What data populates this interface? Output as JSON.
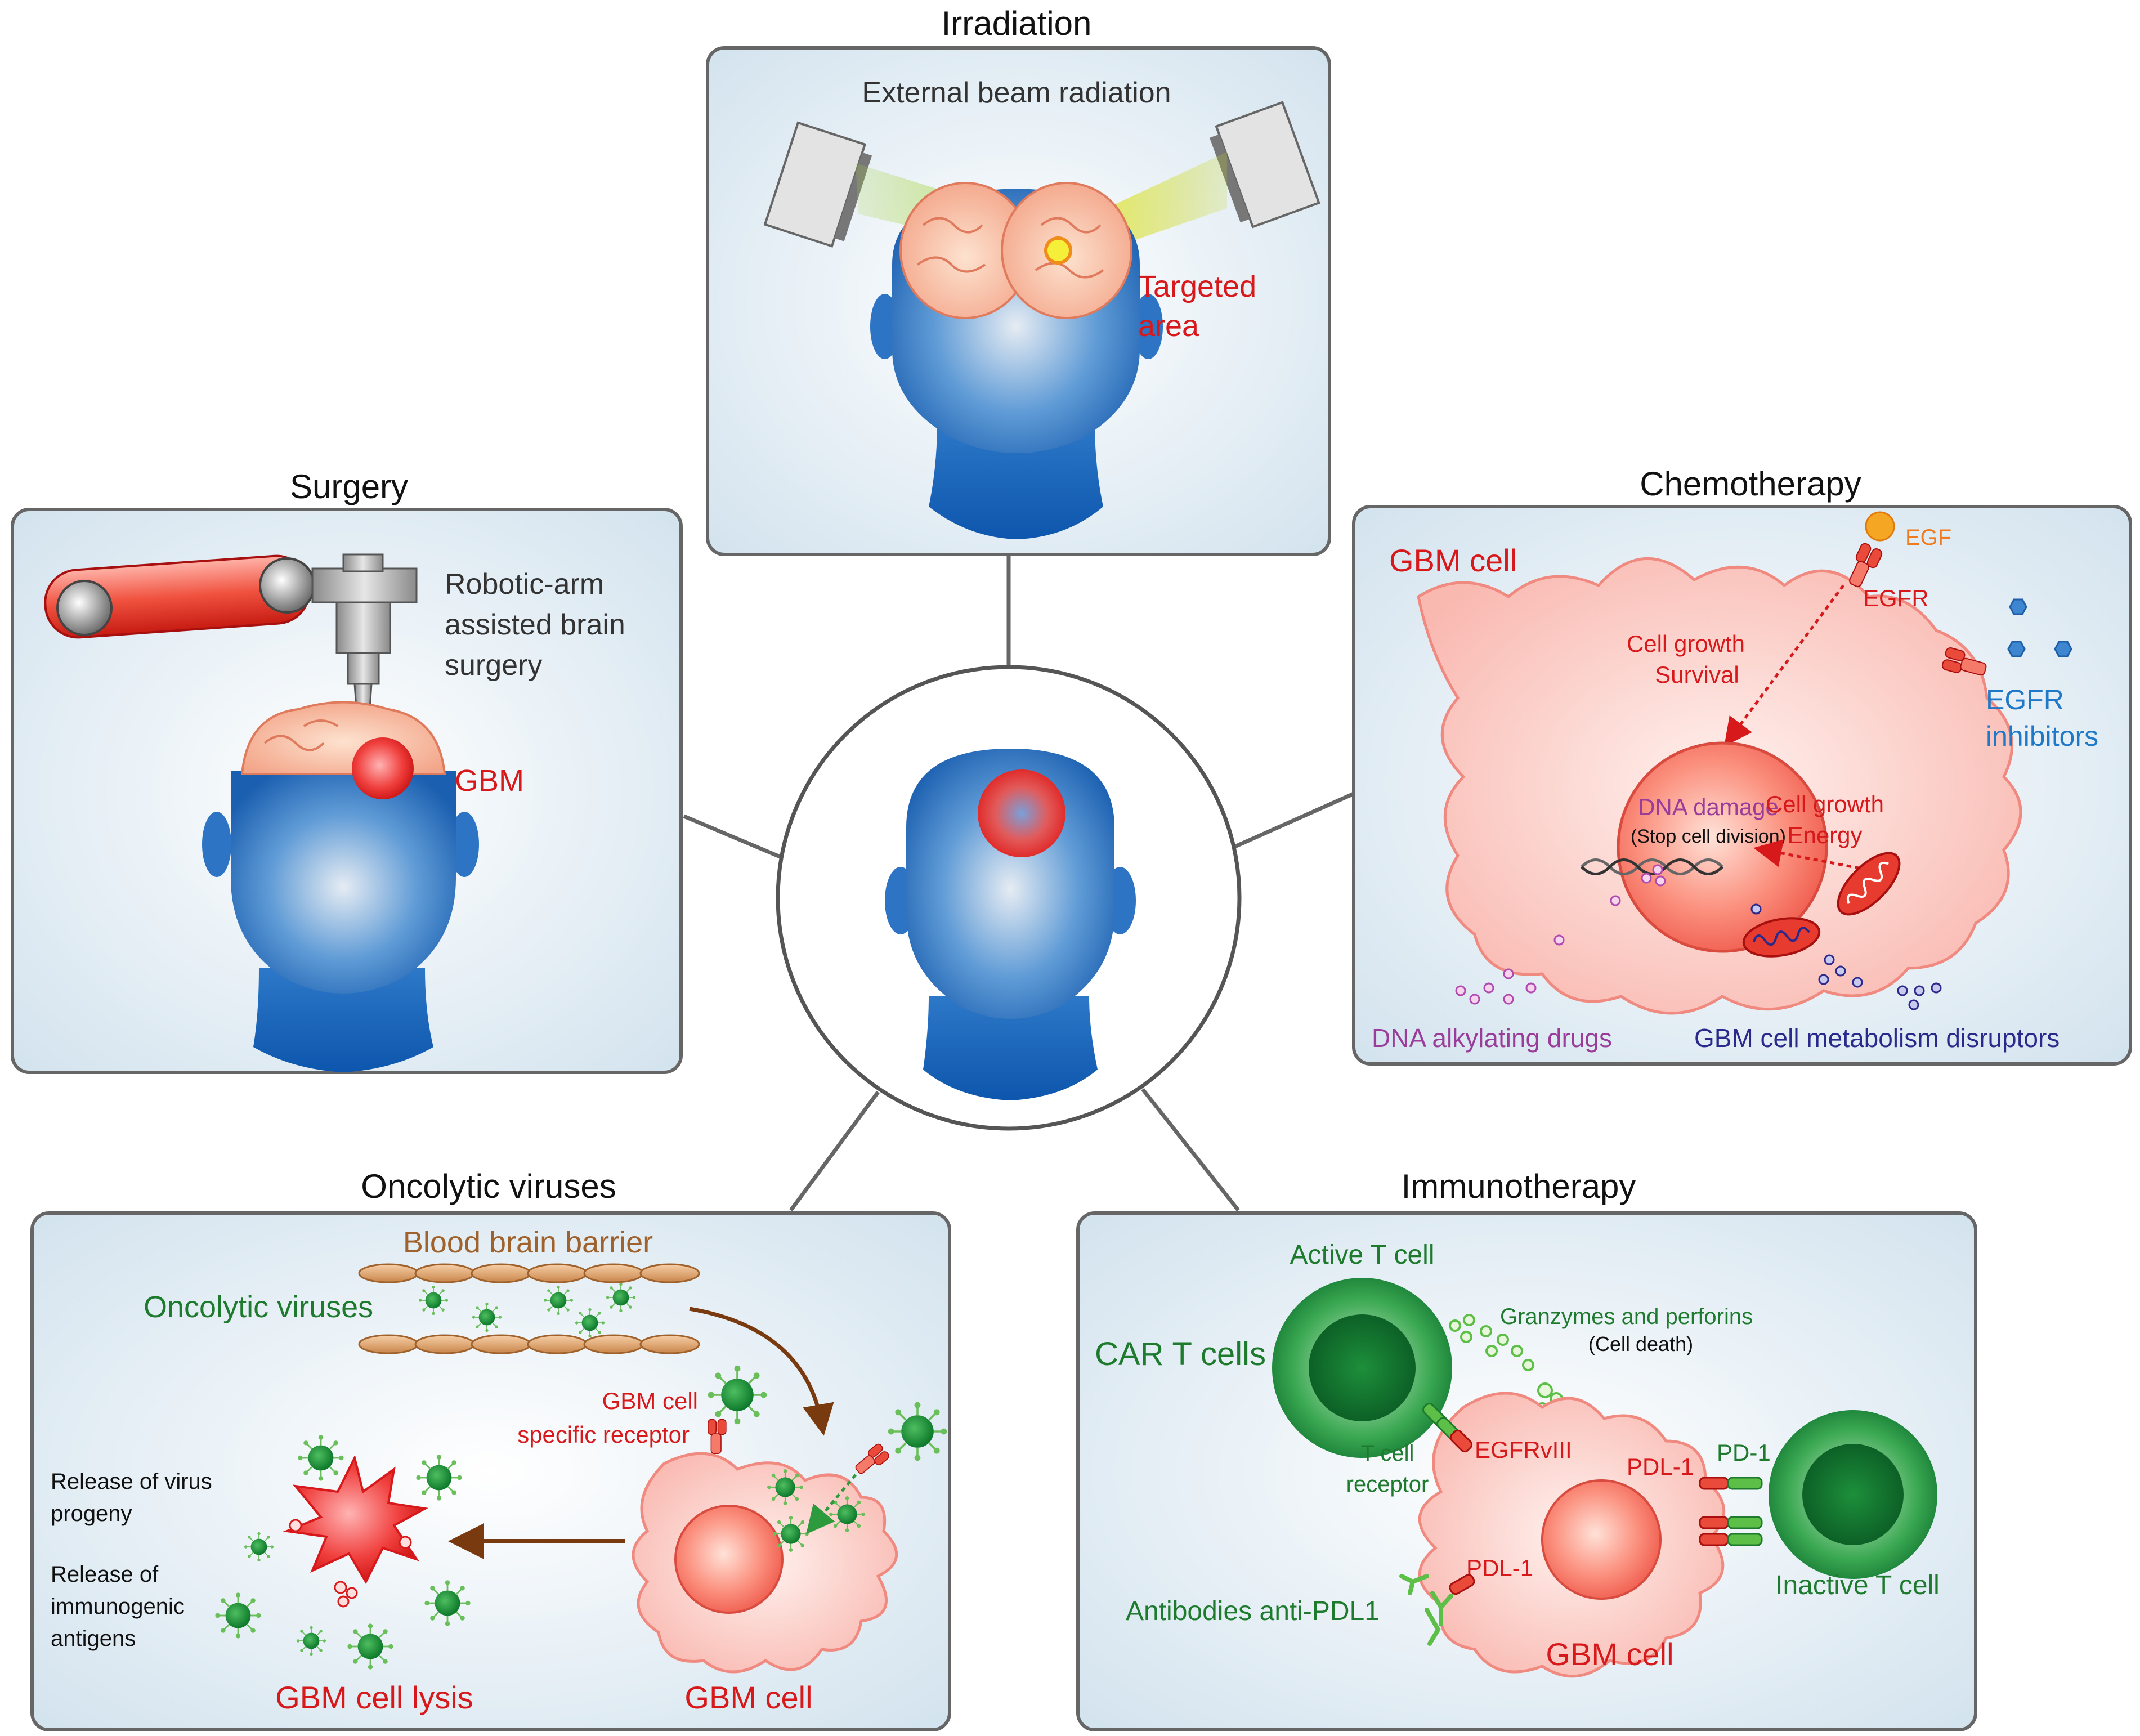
{
  "center": {
    "label": ""
  },
  "irradiation": {
    "title": "Irradiation",
    "beam_label": "External beam radiation",
    "target_line1": "Targeted",
    "target_line2": "area"
  },
  "surgery": {
    "title": "Surgery",
    "robot_line1": "Robotic-arm",
    "robot_line2": "assisted brain",
    "robot_line3": "surgery",
    "gbm_label": "GBM"
  },
  "chemotherapy": {
    "title": "Chemotherapy",
    "cell_label": "GBM cell",
    "egf": "EGF",
    "egfr": "EGFR",
    "growth_line1": "Cell growth",
    "growth_line2": "Survival",
    "inhibitors_line1": "EGFR",
    "inhibitors_line2": "inhibitors",
    "dna_damage": "DNA damage",
    "stop_division": "(Stop cell division)",
    "energy_line1": "Cell growth",
    "energy_line2": "Energy",
    "alkylating": "DNA alkylating drugs",
    "metabolism": "GBM cell metabolism disruptors"
  },
  "oncolytic": {
    "title": "Oncolytic viruses",
    "bbb": "Blood brain barrier",
    "viruses": "Oncolytic viruses",
    "receptor_line1": "GBM cell",
    "receptor_line2": "specific receptor",
    "release1_line1": "Release of virus",
    "release1_line2": "progeny",
    "release2_line1": "Release of",
    "release2_line2": "immunogenic",
    "release2_line3": "antigens",
    "lysis": "GBM cell lysis",
    "cell": "GBM cell"
  },
  "immunotherapy": {
    "title": "Immunotherapy",
    "active_t": "Active T cell",
    "car_t": "CAR T cells",
    "granzymes": "Granzymes and perforins",
    "cell_death": "(Cell death)",
    "egfrviii": "EGFRvIII",
    "tcr_line1": "T cell",
    "tcr_line2": "receptor",
    "pdl1_right": "PDL-1",
    "pd1": "PD-1",
    "pdl1_bottom": "PDL-1",
    "antibodies": "Antibodies anti-PDL1",
    "inactive_t": "Inactive T cell",
    "gbm_cell": "GBM cell"
  },
  "colors": {
    "red_text": "#d7191c",
    "green_text": "#1e7b2e",
    "blue_text": "#1f78c8",
    "purple_text": "#9a3d9a",
    "navy_text": "#2b2a8c",
    "orange_text": "#f07b1f",
    "brown_text": "#a0622d"
  }
}
